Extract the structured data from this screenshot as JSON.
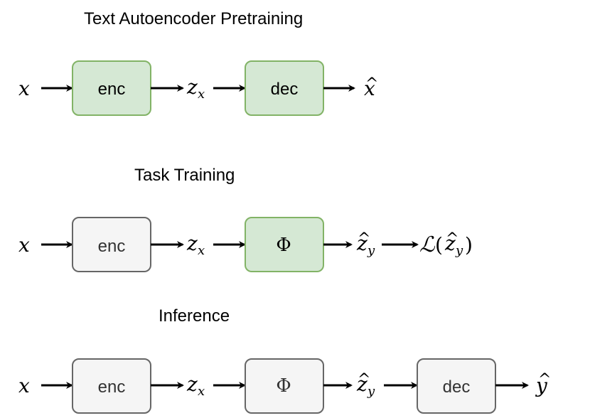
{
  "sections": {
    "pretraining": {
      "title": "Text Autoencoder Pretraining",
      "boxes": {
        "enc": "enc",
        "dec": "dec"
      },
      "input": "x",
      "latent": {
        "base": "z",
        "sub": "x"
      },
      "output": {
        "base": "x",
        "hat": "^"
      }
    },
    "task_training": {
      "title": "Task Training",
      "boxes": {
        "enc": "enc",
        "phi": "Φ"
      },
      "input": "x",
      "latent": {
        "base": "z",
        "sub": "x"
      },
      "pred": {
        "base": "z",
        "sub": "y",
        "hat": "^"
      },
      "loss": {
        "symbol": "ℒ",
        "open": "(",
        "base": "z",
        "sub": "y",
        "hat": "^",
        "close": ")"
      }
    },
    "inference": {
      "title": "Inference",
      "boxes": {
        "enc": "enc",
        "phi": "Φ",
        "dec": "dec"
      },
      "input": "x",
      "latent": {
        "base": "z",
        "sub": "x"
      },
      "pred": {
        "base": "z",
        "sub": "y",
        "hat": "^"
      },
      "output": {
        "base": "y",
        "hat": "^"
      }
    }
  },
  "colors": {
    "trainable_fill": "#d5e8d4",
    "trainable_stroke": "#82b366",
    "frozen_fill": "#f5f5f5",
    "frozen_stroke": "#666666"
  }
}
